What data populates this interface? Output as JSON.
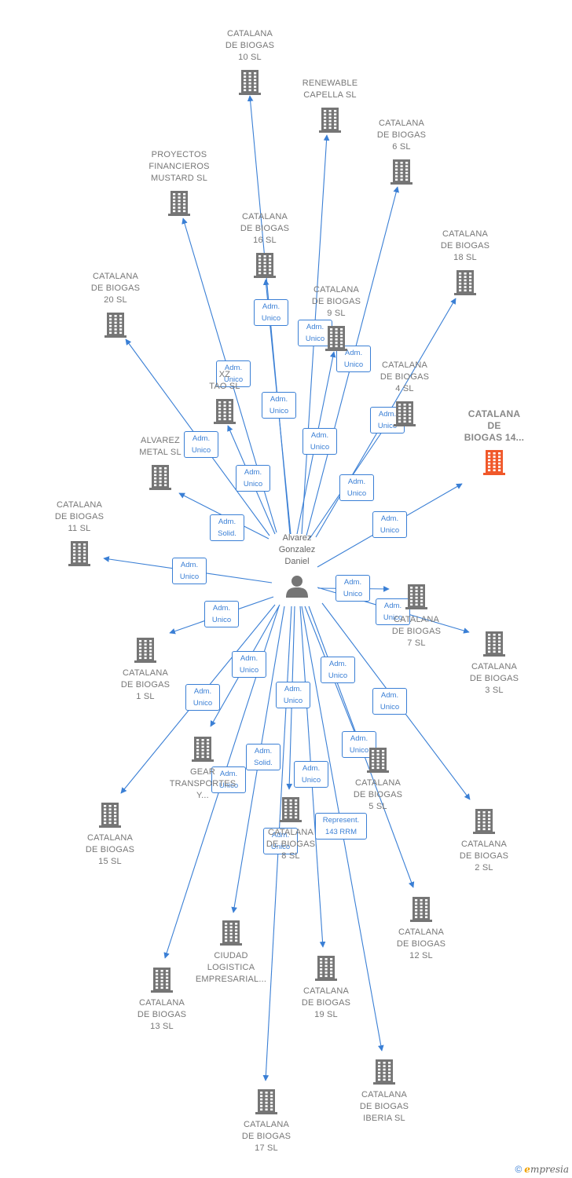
{
  "center": {
    "name": "Alvarez\nGonzalez\nDaniel"
  },
  "companies": [
    {
      "id": "b10",
      "name": "CATALANA\nDE BIOGAS\n10  SL"
    },
    {
      "id": "renew",
      "name": "RENEWABLE\nCAPELLA  SL"
    },
    {
      "id": "b6",
      "name": "CATALANA\nDE BIOGAS\n6  SL"
    },
    {
      "id": "mustard",
      "name": "PROYECTOS\nFINANCIEROS\nMUSTARD  SL"
    },
    {
      "id": "b16",
      "name": "CATALANA\nDE BIOGAS\n16  SL"
    },
    {
      "id": "b18",
      "name": "CATALANA\nDE BIOGAS\n18  SL"
    },
    {
      "id": "b20",
      "name": "CATALANA\nDE BIOGAS\n20  SL"
    },
    {
      "id": "b9",
      "name": "CATALANA\nDE BIOGAS\n9  SL"
    },
    {
      "id": "b4",
      "name": "CATALANA\nDE BIOGAS\n4  SL"
    },
    {
      "id": "xz",
      "name": "XZ\nTAO  SL"
    },
    {
      "id": "b14",
      "name": "CATALANA\nDE\nBIOGAS 14...",
      "highlight": true
    },
    {
      "id": "alvarez",
      "name": "ALVAREZ\nMETAL  SL"
    },
    {
      "id": "b11",
      "name": "CATALANA\nDE BIOGAS\n11  SL"
    },
    {
      "id": "b7",
      "name": "CATALANA\nDE BIOGAS\n7  SL"
    },
    {
      "id": "b3",
      "name": "CATALANA\nDE BIOGAS\n3  SL"
    },
    {
      "id": "b1",
      "name": "CATALANA\nDE BIOGAS\n1  SL"
    },
    {
      "id": "gear",
      "name": "GEAR\nTRANSPORTES\nY..."
    },
    {
      "id": "b5",
      "name": "CATALANA\nDE BIOGAS\n5  SL"
    },
    {
      "id": "b15",
      "name": "CATALANA\nDE BIOGAS\n15  SL"
    },
    {
      "id": "b8",
      "name": "CATALANA\nDE BIOGAS\n8  SL"
    },
    {
      "id": "b2",
      "name": "CATALANA\nDE BIOGAS\n2  SL"
    },
    {
      "id": "b12",
      "name": "CATALANA\nDE BIOGAS\n12  SL"
    },
    {
      "id": "ciudad",
      "name": "CIUDAD\nLOGISTICA\nEMPRESARIAL..."
    },
    {
      "id": "b19",
      "name": "CATALANA\nDE BIOGAS\n19  SL"
    },
    {
      "id": "b13",
      "name": "CATALANA\nDE BIOGAS\n13  SL"
    },
    {
      "id": "iberia",
      "name": "CATALANA\nDE BIOGAS\nIBERIA  SL"
    },
    {
      "id": "b17",
      "name": "CATALANA\nDE BIOGAS\n17  SL"
    }
  ],
  "edges": [
    {
      "to": "b10",
      "label": "Adm.\nUnico"
    },
    {
      "to": "renew",
      "label": "Adm.\nUnico"
    },
    {
      "to": "b6",
      "label": "Adm.\nUnico"
    },
    {
      "to": "mustard",
      "label": "Adm.\nUnico"
    },
    {
      "to": "b16",
      "label": "Adm.\nUnico"
    },
    {
      "to": "b18",
      "label": "Adm.\nUnico"
    },
    {
      "to": "b20",
      "label": "Adm.\nUnico"
    },
    {
      "to": "b9",
      "label": "Adm.\nUnico"
    },
    {
      "to": "b4",
      "label": "Adm.\nUnico"
    },
    {
      "to": "xz",
      "label": "Adm.\nUnico"
    },
    {
      "to": "b14",
      "label": "Adm.\nUnico"
    },
    {
      "to": "alvarez",
      "label": "Adm.\nSolid."
    },
    {
      "to": "b11",
      "label": "Adm.\nUnico"
    },
    {
      "to": "b7",
      "label": "Adm.\nUnico"
    },
    {
      "to": "b3",
      "label": "Adm.\nUnico"
    },
    {
      "to": "b1",
      "label": "Adm.\nUnico"
    },
    {
      "to": "gear",
      "label": "Adm.\nUnico"
    },
    {
      "to": "b5",
      "label": "Adm.\nUnico"
    },
    {
      "to": "b15",
      "label": "Adm.\nUnico"
    },
    {
      "to": "b8",
      "label": "Adm.\nUnico"
    },
    {
      "to": "b2",
      "label": "Adm.\nUnico"
    },
    {
      "to": "b12",
      "label": "Adm.\nUnico"
    },
    {
      "to": "ciudad",
      "label": "Adm.\nSolid."
    },
    {
      "to": "b19",
      "label": "Adm.\nUnico"
    },
    {
      "to": "b13",
      "label": "Adm.\nUnico"
    },
    {
      "to": "iberia",
      "label": "Represent.\n143 RRM"
    },
    {
      "to": "b17",
      "label": "Adm.\nUnico"
    }
  ],
  "colors": {
    "edge": "#3a7fd5",
    "building": "#757575",
    "highlight": "#f0582a"
  },
  "footer": {
    "copyright": "©",
    "brand_initial": "e",
    "brand_rest": "mpresia"
  }
}
